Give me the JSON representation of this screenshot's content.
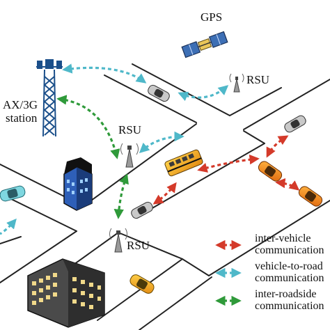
{
  "labels": {
    "gps": "GPS",
    "station_line1": "AX/3G",
    "station_line2": "station",
    "rsu_top": "RSU",
    "rsu_mid": "RSU",
    "rsu_bottom": "RSU"
  },
  "legend": [
    {
      "line1": "inter-vehicle",
      "line2": "communication",
      "color": "#d43a2a"
    },
    {
      "line1": "vehicle-to-road",
      "line2": "communication",
      "color": "#4fb8c9"
    },
    {
      "line1": "inter-roadside",
      "line2": "communication",
      "color": "#2f9a3a"
    }
  ],
  "colors": {
    "inter_vehicle": "#d43a2a",
    "vehicle_to_road": "#4fb8c9",
    "inter_roadside": "#2f9a3a",
    "road_outline": "#222222"
  }
}
